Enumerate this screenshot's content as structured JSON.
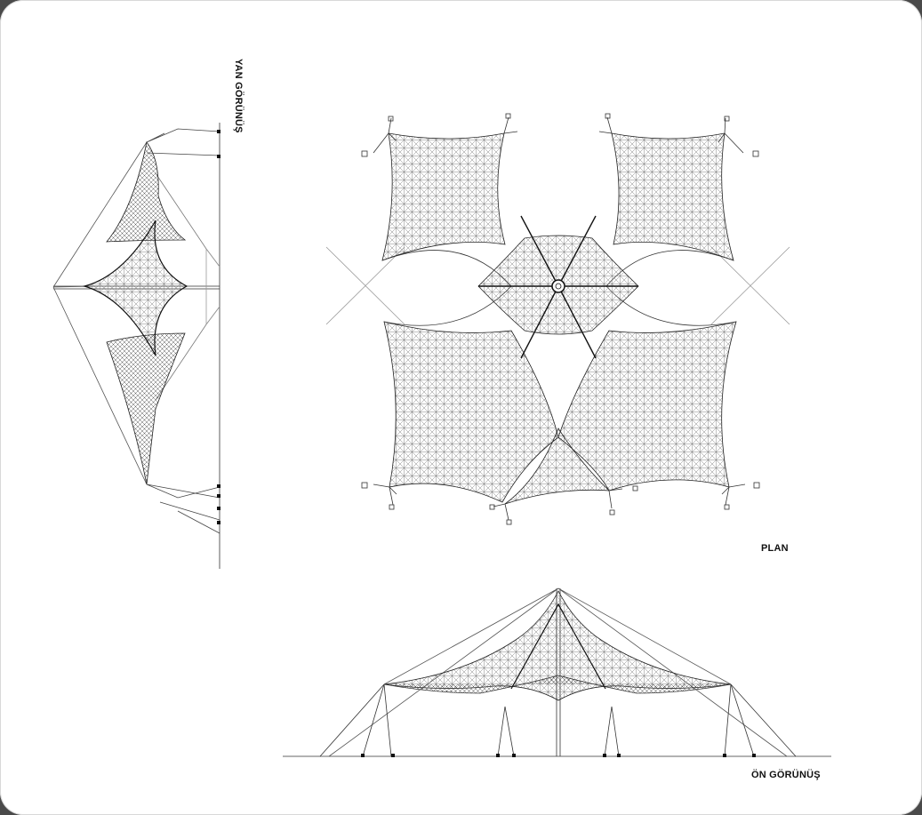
{
  "labels": {
    "side_view": "YAN GÖRÜNÜŞ",
    "plan": "PLAN",
    "front_view": "ÖN GÖRÜNÜŞ"
  },
  "colors": {
    "background_frame": "#4a4a4a",
    "sheet": "#ffffff",
    "line": "#222222",
    "mesh": "#666666"
  }
}
